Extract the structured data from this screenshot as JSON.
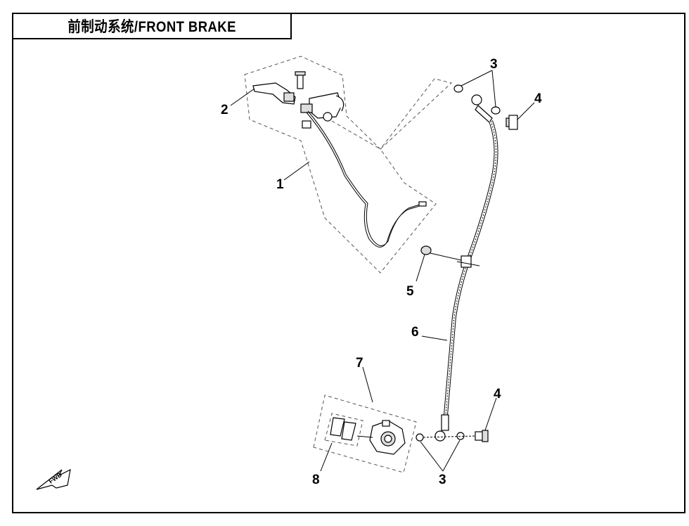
{
  "title": "前制动系统/FRONT BRAKE",
  "callouts": {
    "c1": "1",
    "c2": "2",
    "c3_top": "3",
    "c4_top": "4",
    "c5": "5",
    "c6": "6",
    "c7": "7",
    "c8": "8",
    "c3_bottom": "3",
    "c4_bottom": "4"
  },
  "direction_icon": "FWD"
}
